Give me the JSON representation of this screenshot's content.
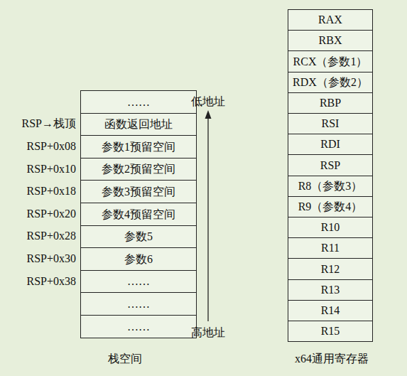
{
  "diagram": {
    "nodes": [
      {
        "text": [
          "……"
        ]
      },
      {
        "text": [
          "函数返回地址"
        ]
      },
      {
        "text": [
          "参数1预留空间"
        ]
      },
      {
        "text": [
          "参数2预留空间"
        ]
      },
      {
        "text": [
          "参数3预留空间"
        ]
      },
      {
        "text": [
          "参数4预留空间"
        ]
      },
      {
        "text": [
          "参数5"
        ]
      },
      {
        "text": [
          "参数6"
        ]
      },
      {
        "text": [
          "……"
        ]
      },
      {
        "text": [
          "……"
        ]
      },
      {
        "text": [
          "……"
        ]
      },
      {
        "text": [
          "RAX"
        ]
      },
      {
        "text": [
          "RBX"
        ]
      },
      {
        "text": [
          "RCX（参数1）"
        ]
      },
      {
        "text": [
          "RDX（参数2）"
        ]
      },
      {
        "text": [
          "RBP"
        ]
      },
      {
        "text": [
          "RSI"
        ]
      },
      {
        "text": [
          "RDI"
        ]
      },
      {
        "text": [
          "RSP"
        ]
      },
      {
        "text": [
          "R8（参数3）"
        ]
      },
      {
        "text": [
          "R9（参数4）"
        ]
      },
      {
        "text": [
          "R10"
        ]
      },
      {
        "text": [
          "R11"
        ]
      },
      {
        "text": [
          "R12"
        ]
      },
      {
        "text": [
          "R13"
        ]
      },
      {
        "text": [
          "R14"
        ]
      },
      {
        "text": [
          "R15"
        ]
      }
    ],
    "labels": [
      "RSP→栈顶",
      "RSP+0x08",
      "RSP+0x10",
      "RSP+0x18",
      "RSP+0x20",
      "RSP+0x28",
      "RSP+0x30",
      "RSP+0x38",
      "低地址",
      "高地址",
      "栈空间",
      "x64通用寄存器"
    ]
  }
}
